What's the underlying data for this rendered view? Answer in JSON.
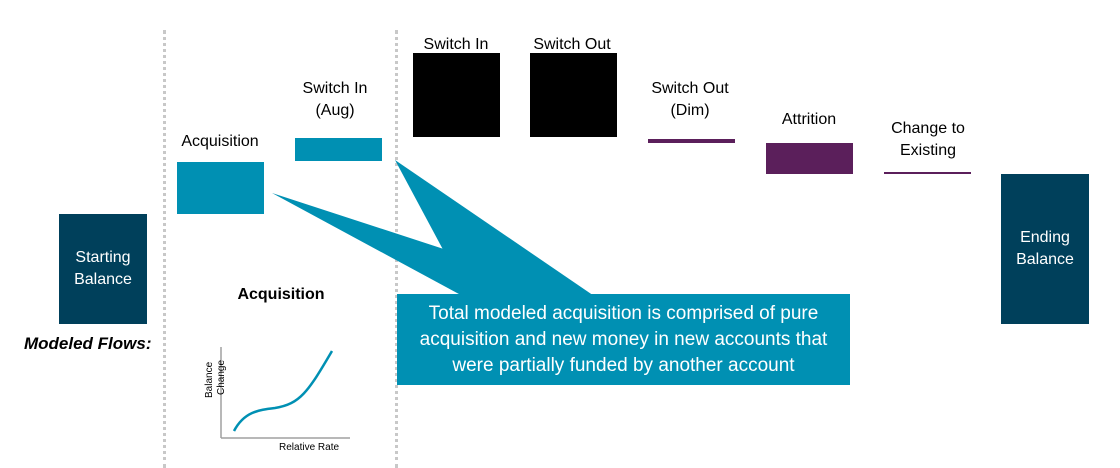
{
  "colors": {
    "navy": "#00405b",
    "teal": "#0090b3",
    "black": "#000000",
    "purple": "#5b1f5b",
    "divider": "#c8c8c8",
    "curve": "#0090b3"
  },
  "labels": {
    "starting_balance": "Starting\nBalance",
    "ending_balance": "Ending\nBalance",
    "acquisition": "Acquisition",
    "switch_in_aug": "Switch In\n(Aug)",
    "switch_in": "Switch In",
    "switch_out": "Switch Out",
    "switch_out_dim": "Switch Out\n(Dim)",
    "attrition": "Attrition",
    "change_to_existing": "Change to\nExisting",
    "modeled_flows": "Modeled Flows:",
    "mini_title": "Acquisition"
  },
  "callout": {
    "text": "Total modeled acquisition is comprised of pure\nacquisition and new money in new accounts that\nwere partially funded by another account"
  },
  "mini_chart": {
    "y_label_1": "Balance",
    "y_label_2": "Change",
    "x_label": "Relative Rate"
  }
}
